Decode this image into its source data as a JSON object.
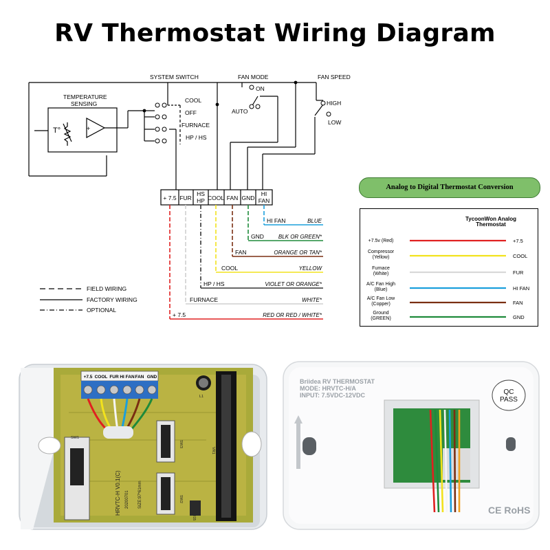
{
  "title": "RV Thermostat Wiring Diagram",
  "diagram": {
    "system_switch": "SYSTEM SWITCH",
    "fan_mode": "FAN MODE",
    "fan_speed": "FAN SPEED",
    "temp_sensing_line1": "TEMPERATURE",
    "temp_sensing_line2": "SENSING",
    "t_symbol": "T°",
    "cool": "COOL",
    "off": "OFF",
    "furnace": "FURNACE",
    "hp_hs": "HP / HS",
    "on": "ON",
    "auto": "AUTO",
    "high": "HIGH",
    "low": "LOW",
    "terminals": [
      "+ 7.5",
      "FUR",
      "HS",
      "HP",
      "COOL",
      "FAN",
      "GND",
      "HI",
      "FAN"
    ],
    "legend": {
      "field": "FIELD WIRING",
      "factory": "FACTORY WIRING",
      "optional": "OPTIONAL"
    },
    "wires": [
      {
        "label": "HI   FAN",
        "color_name": "BLUE",
        "color": "#1a9fdc"
      },
      {
        "label": "GND",
        "color_name": "BLK  OR GREEN*",
        "color": "#1e8a3a"
      },
      {
        "label": "FAN",
        "color_name": "ORANGE  OR  TAN*",
        "color": "#7a2e12"
      },
      {
        "label": "COOL",
        "color_name": "YELLOW",
        "color": "#f2e21c"
      },
      {
        "label": "HP / HS",
        "color_name": "VIOLET OR ORANGE*",
        "color": "#333333"
      },
      {
        "label": "FURNACE",
        "color_name": "WHITE*",
        "color": "#cfcfcf"
      },
      {
        "label": "+ 7.5",
        "color_name": "RED  OR  RED / WHITE*",
        "color": "#e02020"
      }
    ]
  },
  "conversion": {
    "badge": "Analog to Digital Thermostat Conversion",
    "header_line1": "TycoonWon Analog",
    "header_line2": "Thermostat",
    "rows": [
      {
        "left": "+7.5v (Red)",
        "left2": "",
        "right": "+7.5",
        "color": "#e02020"
      },
      {
        "left": "Compressor",
        "left2": "(Yellow)",
        "right": "COOL",
        "color": "#f2e21c"
      },
      {
        "left": "Furnace",
        "left2": "(White)",
        "right": "FUR",
        "color": "#d8d8d8"
      },
      {
        "left": "A/C Fan High",
        "left2": "(Blue)",
        "right": "HI FAN",
        "color": "#1a9fdc"
      },
      {
        "left": "A/C Fan Low",
        "left2": "(Copper)",
        "right": "FAN",
        "color": "#7a2e12"
      },
      {
        "left": "Ground",
        "left2": "(GREEN)",
        "right": "GND",
        "color": "#1e8a3a"
      }
    ]
  },
  "photo": {
    "terminal_labels": [
      "+7.5",
      "COOL",
      "FUR",
      "HI FAN",
      "FAN",
      "GND"
    ],
    "board_text": "HRVTC-H  V0.1(C)",
    "board_date": "20200701",
    "board_size": "SIZE:97*61mm",
    "label_sw1": "SW1",
    "label_sw2": "SW2",
    "label_sw3": "SW3",
    "label_vr1": "VR1",
    "label_l1": "L1",
    "label_r": "R15",
    "brand_line1": "Briidea RV THERMOSTAT",
    "brand_line2": "MODE: HRVTC-H/A",
    "brand_line3": "INPUT: 7.5VDC-12VDC",
    "qc_line1": "QC",
    "qc_line2": "PASS",
    "cert": "CE RoHS"
  }
}
